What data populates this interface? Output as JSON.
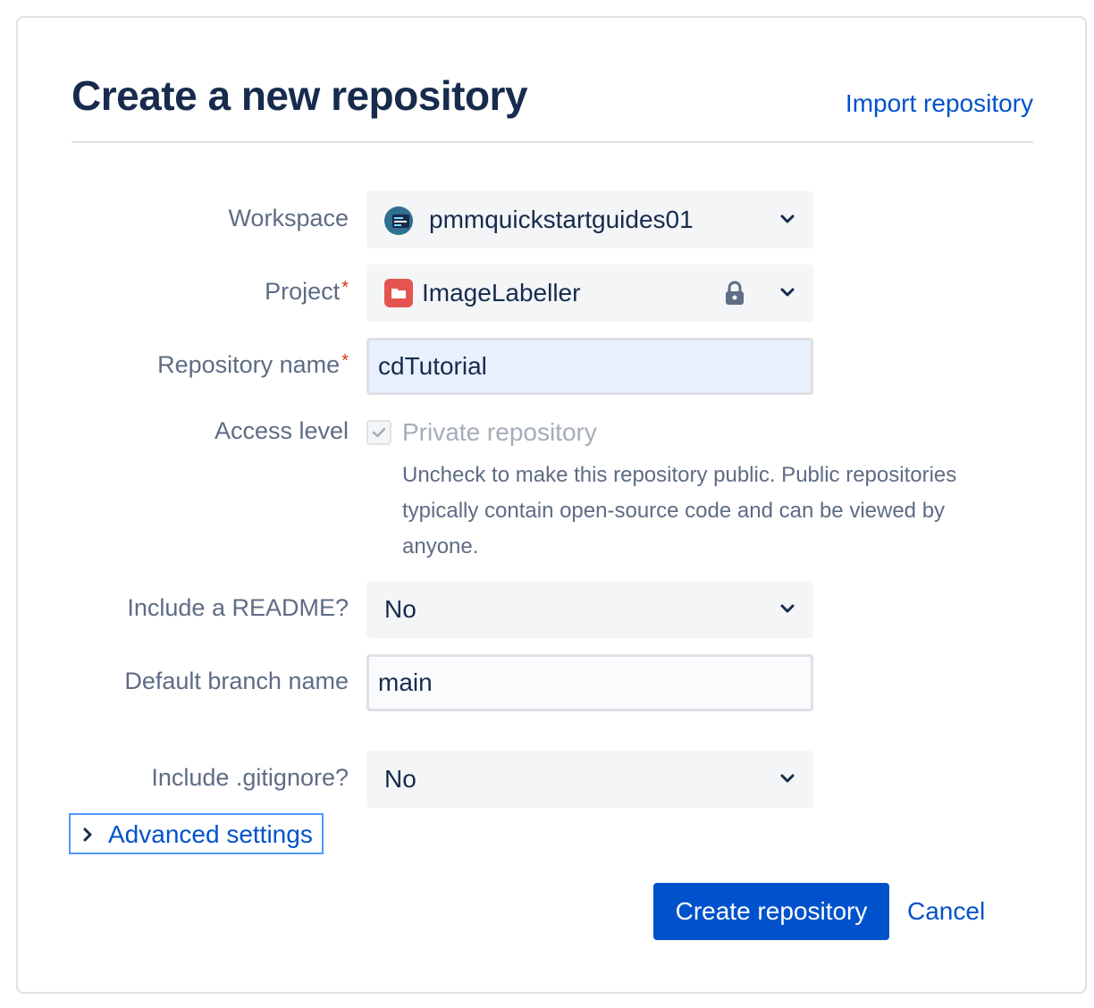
{
  "header": {
    "title": "Create a new repository",
    "import_link": "Import repository"
  },
  "form": {
    "workspace": {
      "label": "Workspace",
      "value": "pmmquickstartguides01",
      "icon": "workspace-avatar-icon"
    },
    "project": {
      "label": "Project",
      "required_mark": "*",
      "value": "ImageLabeller",
      "icon": "folder-icon",
      "locked": true
    },
    "repository_name": {
      "label": "Repository name",
      "required_mark": "*",
      "value": "cdTutorial"
    },
    "access_level": {
      "label": "Access level",
      "checkbox_label": "Private repository",
      "checked": true,
      "help": "Uncheck to make this repository public. Public repositories typically contain open-source code and can be viewed by anyone."
    },
    "readme": {
      "label": "Include a README?",
      "value": "No"
    },
    "default_branch": {
      "label": "Default branch name",
      "value": "main"
    },
    "gitignore": {
      "label": "Include .gitignore?",
      "value": "No"
    }
  },
  "advanced": {
    "label": "Advanced settings"
  },
  "actions": {
    "create": "Create repository",
    "cancel": "Cancel"
  },
  "colors": {
    "primary": "#0052cc",
    "heading": "#172b4d",
    "label": "#5e6c84",
    "required": "#de350b",
    "project_icon": "#e5554f",
    "focus_border": "#4c9aff"
  }
}
